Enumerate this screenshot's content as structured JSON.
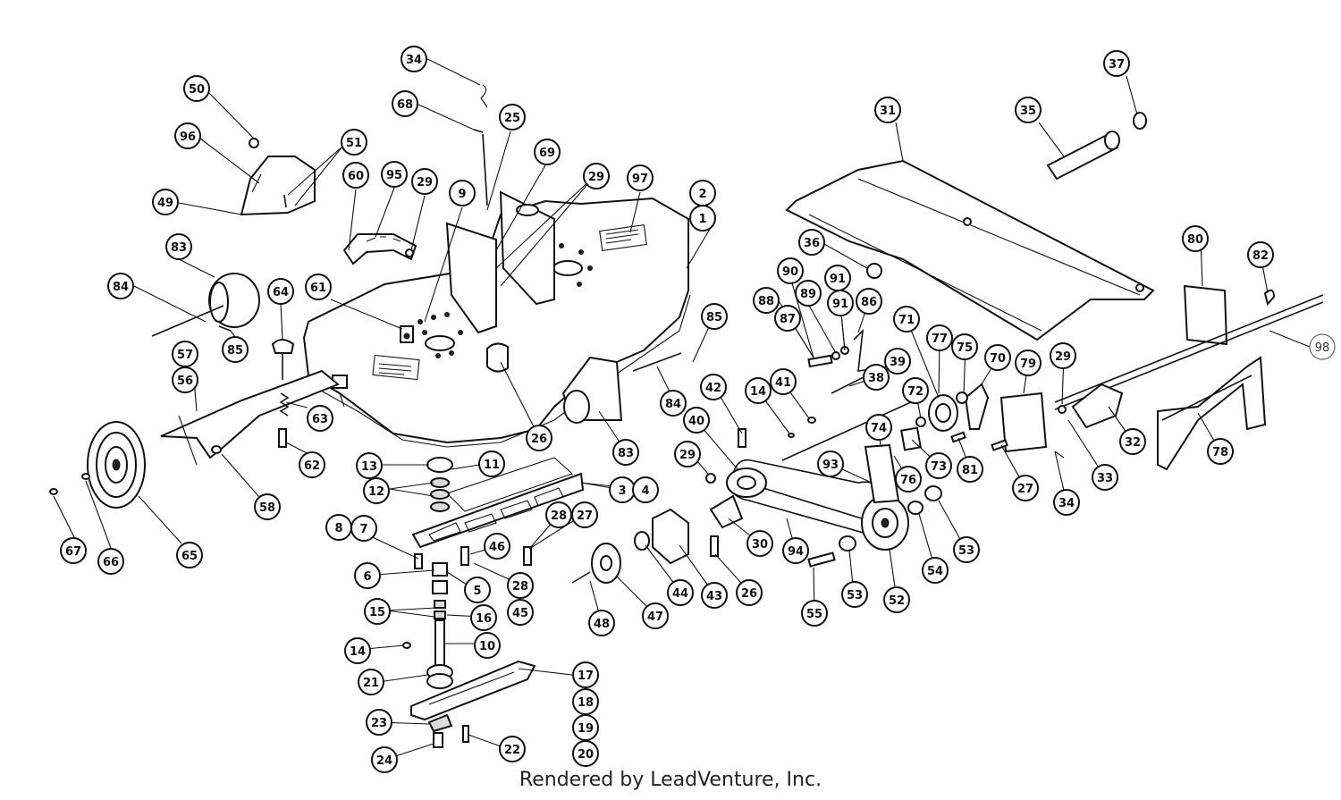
{
  "footer": {
    "text": "Rendered by LeadVenture, Inc."
  },
  "callouts": [
    "1",
    "2",
    "3",
    "4",
    "5",
    "6",
    "7",
    "8",
    "9",
    "10",
    "11",
    "12",
    "13",
    "14",
    "15",
    "16",
    "17",
    "18",
    "19",
    "20",
    "21",
    "22",
    "23",
    "24",
    "25",
    "26",
    "27",
    "28",
    "29",
    "30",
    "31",
    "32",
    "33",
    "34",
    "35",
    "36",
    "37",
    "38",
    "39",
    "40",
    "41",
    "42",
    "43",
    "44",
    "45",
    "46",
    "47",
    "48",
    "49",
    "50",
    "51",
    "52",
    "53",
    "54",
    "55",
    "56",
    "57",
    "58",
    "60",
    "61",
    "62",
    "63",
    "64",
    "65",
    "66",
    "67",
    "68",
    "69",
    "70",
    "71",
    "72",
    "73",
    "74",
    "75",
    "76",
    "77",
    "78",
    "79",
    "80",
    "81",
    "82",
    "83",
    "84",
    "85",
    "86",
    "87",
    "88",
    "89",
    "90",
    "91",
    "93",
    "94",
    "95",
    "96",
    "97",
    "98"
  ]
}
